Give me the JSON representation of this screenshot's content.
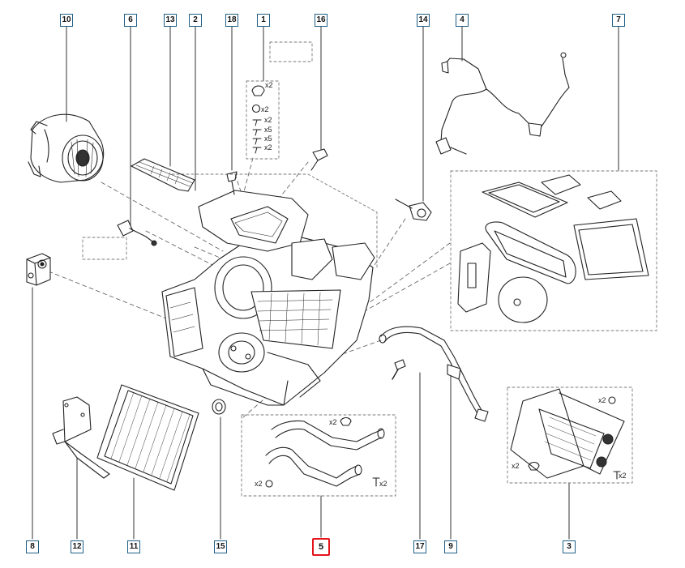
{
  "diagram": {
    "callouts": [
      {
        "id": "10",
        "active": false
      },
      {
        "id": "6",
        "active": false
      },
      {
        "id": "13",
        "active": false
      },
      {
        "id": "2",
        "active": false
      },
      {
        "id": "18",
        "active": false
      },
      {
        "id": "1",
        "active": false
      },
      {
        "id": "16",
        "active": false
      },
      {
        "id": "14",
        "active": false
      },
      {
        "id": "4",
        "active": false
      },
      {
        "id": "7",
        "active": false
      },
      {
        "id": "8",
        "active": false
      },
      {
        "id": "12",
        "active": false
      },
      {
        "id": "11",
        "active": false
      },
      {
        "id": "15",
        "active": false
      },
      {
        "id": "5",
        "active": true
      },
      {
        "id": "17",
        "active": false
      },
      {
        "id": "9",
        "active": false
      },
      {
        "id": "3",
        "active": false
      }
    ],
    "quantity_labels": {
      "kit1_clip": "x2",
      "kit1_ring": "x2",
      "kit1_screw_a": "x2",
      "kit1_screw_b": "x5",
      "kit1_screw_c": "x5",
      "kit1_screw_d": "x2",
      "kit5_clip": "x2",
      "kit5_ring": "x2",
      "kit5_screw": "x2",
      "kit3_ring": "x2",
      "kit3_clip": "x2",
      "kit3_screw": "x2"
    },
    "colors": {
      "callout_border": "#1f5f86",
      "active_border": "#e4141b",
      "line": "#222222"
    }
  }
}
